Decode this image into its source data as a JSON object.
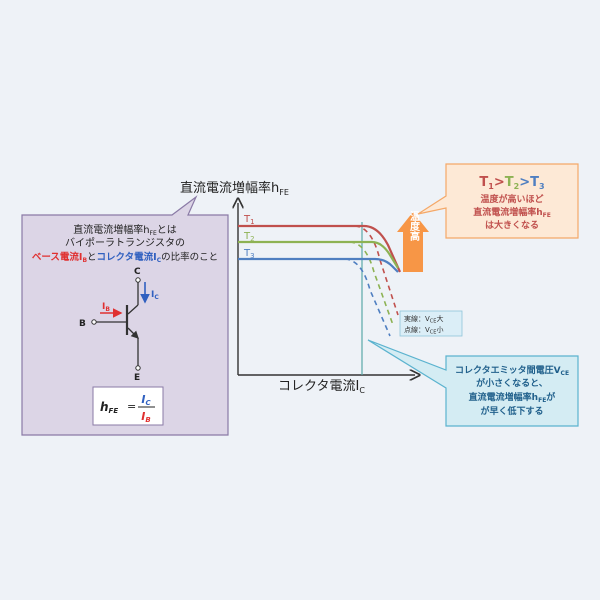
{
  "colors": {
    "background": "#eef2f7",
    "t1_red": "#c0504d",
    "t2_green": "#8db253",
    "t3_blue": "#4f7fc1",
    "callout_purple_fill": "#dcd5e6",
    "callout_purple_border": "#8a7aa6",
    "callout_orange_fill": "#fde9d6",
    "callout_orange_border": "#f4a868",
    "callout_cyan_fill": "#d4ecf3",
    "callout_cyan_border": "#5bb3cf",
    "arrow_orange": "#f79646",
    "ib_red": "#e03030",
    "ic_blue": "#3060c0",
    "legend_fill": "#dbeef7",
    "vline_teal": "#5aa8a8"
  },
  "graph": {
    "y_axis_label_main": "直流電流増幅率h",
    "y_axis_label_sub": "FE",
    "x_axis_label_main": "コレクタ電流I",
    "x_axis_label_sub": "C",
    "curves": [
      {
        "label_main": "T",
        "label_sub": "1"
      },
      {
        "label_main": "T",
        "label_sub": "2"
      },
      {
        "label_main": "T",
        "label_sub": "3"
      }
    ],
    "legend": {
      "solid_main": "実線：V",
      "solid_sub": "CE",
      "solid_tail": "大",
      "dashed_main": "点線：V",
      "dashed_sub": "CE",
      "dashed_tail": "小"
    },
    "temp_arrow_label": "温度高"
  },
  "callout_left": {
    "line1_a": "直流電流増幅率h",
    "line1_sub": "FE",
    "line1_b": "とは",
    "line2": "バイポーラトランジスタの",
    "line3_red": "ベース電流I",
    "line3_red_sub": "B",
    "line3_mid": "と",
    "line3_blue": "コレクタ電流I",
    "line3_blue_sub": "C",
    "line3_tail": "の比率のこと",
    "terminal_c": "C",
    "terminal_b": "B",
    "terminal_e": "E",
    "ib_main": "I",
    "ib_sub": "B",
    "ic_main": "I",
    "ic_sub": "C",
    "formula_lhs_main": "h",
    "formula_lhs_sub": "FE",
    "formula_eq": "=",
    "formula_num_main": "I",
    "formula_num_sub": "C",
    "formula_den_main": "I",
    "formula_den_sub": "B"
  },
  "callout_orange": {
    "t1_main": "T",
    "t1_sub": "1",
    "gt1": ">",
    "t2_main": "T",
    "t2_sub": "2",
    "gt2": ">",
    "t3_main": "T",
    "t3_sub": "3",
    "line2": "温度が高いほど",
    "line3_main": "直流電流増幅率h",
    "line3_sub": "FE",
    "line4": "は大きくなる"
  },
  "callout_cyan": {
    "line1_main": "コレクタエミッタ間電圧V",
    "line1_sub": "CE",
    "line2": "が小さくなると、",
    "line3_main": "直流電流増幅率h",
    "line3_sub": "FE",
    "line3_tail": "が",
    "line4": "が早く低下する"
  }
}
